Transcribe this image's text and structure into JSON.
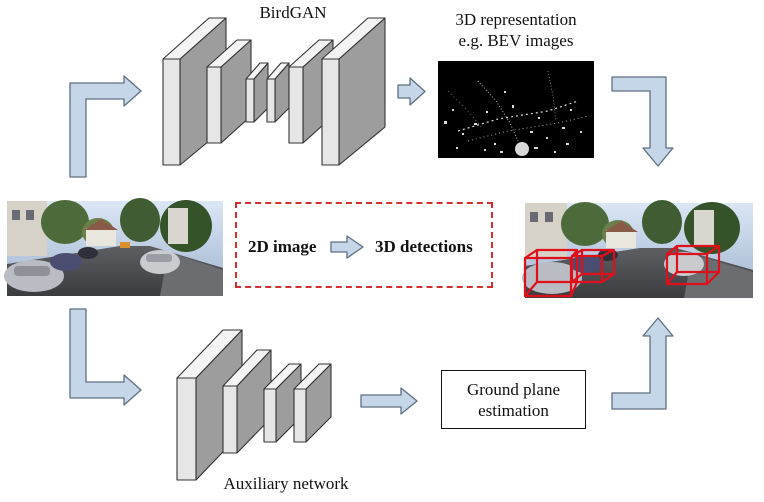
{
  "diagram": {
    "top_network_label": "BirdGAN",
    "representation_label_line1": "3D representation",
    "representation_label_line2": "e.g. BEV images",
    "center_input_label": "2D image",
    "center_output_label": "3D detections",
    "bottom_network_label": "Auxiliary network",
    "ground_plane_line1": "Ground plane",
    "ground_plane_line2": "estimation"
  },
  "colors": {
    "arrow_fill": "#c4d6e8",
    "arrow_stroke": "#5f6f82",
    "block_front": "#e6e6e6",
    "block_top": "#f4f4f4",
    "block_side": "#9d9d9d",
    "detection_box": "#e0101a",
    "dashed_border": "#d32f2f"
  }
}
